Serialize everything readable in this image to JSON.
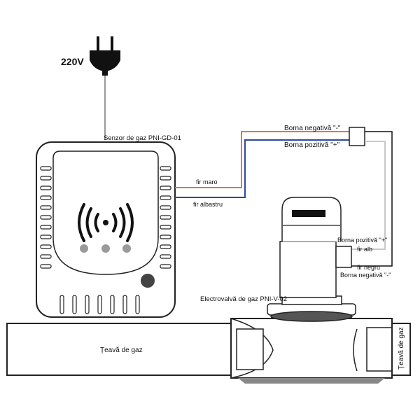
{
  "power": {
    "voltage_label": "220V"
  },
  "sensor": {
    "label": "Senzor de gaz PNI-GD-01"
  },
  "valve": {
    "label": "Electrovalvă de gaz PNI-V-02"
  },
  "pipe": {
    "label_main": "Țeavă de gaz",
    "label_end": "Țeavă de gaz"
  },
  "wires": {
    "brown_label": "fir maro",
    "blue_label": "fir albastru",
    "white_label": "fir alb",
    "black_label": "fir negru"
  },
  "terminals": {
    "negative_top": "Borna negativă \"-\"",
    "positive_top": "Borna pozitivă \"+\"",
    "positive_valve": "Borna pozitivă \"+\"",
    "negative_valve": "Borna negativă \"-\""
  },
  "colors": {
    "brown_wire": "#e07b2e",
    "blue_wire": "#2b4a9a",
    "white_wire": "#c8c8c8",
    "black_wire": "#111111",
    "outline": "#222222"
  }
}
